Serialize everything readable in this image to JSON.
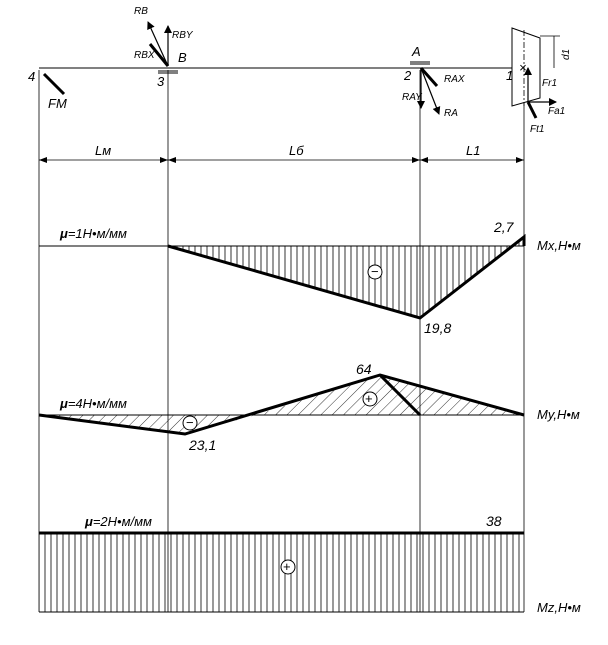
{
  "points": {
    "p4": "4",
    "p3": "3",
    "p2": "2",
    "p1": "1",
    "pointB": "B",
    "pointA": "A"
  },
  "forces": {
    "coupling_force": "FM",
    "RB": "RB",
    "RBY": "RBY",
    "RBX": "RBX",
    "RAX": "RAX",
    "RAY": "RAY",
    "RA": "RA",
    "Fr1": "Fr1",
    "Fa1": "Fa1",
    "Ft1": "Ft1",
    "d1": "d1",
    "pinion_mark": "×"
  },
  "dimensions": {
    "LM": "Lм",
    "LB": "Lб",
    "L1": "L1"
  },
  "diagrams": {
    "mx": {
      "scale_prefix": "μ",
      "scale_suffix": "=1Н•м/мм",
      "axis_label": "Мx,Н•м",
      "values": [
        0,
        0,
        19.8,
        2.7
      ],
      "value_labels": [
        "2,7",
        "19,8"
      ],
      "sign": "−"
    },
    "my": {
      "scale_prefix": "μ",
      "scale_suffix": "=4Н•м/мм",
      "axis_label": "Мy,Н•м",
      "values": [
        0,
        -23.1,
        64,
        0
      ],
      "value_labels": [
        "23,1",
        "64"
      ],
      "signs": [
        "−",
        "+"
      ]
    },
    "mz": {
      "scale_prefix": "μ",
      "scale_suffix": "=2Н•м/мм",
      "axis_label": "Мz,Н•м",
      "value": 38,
      "value_label": "38",
      "sign": "+"
    }
  }
}
